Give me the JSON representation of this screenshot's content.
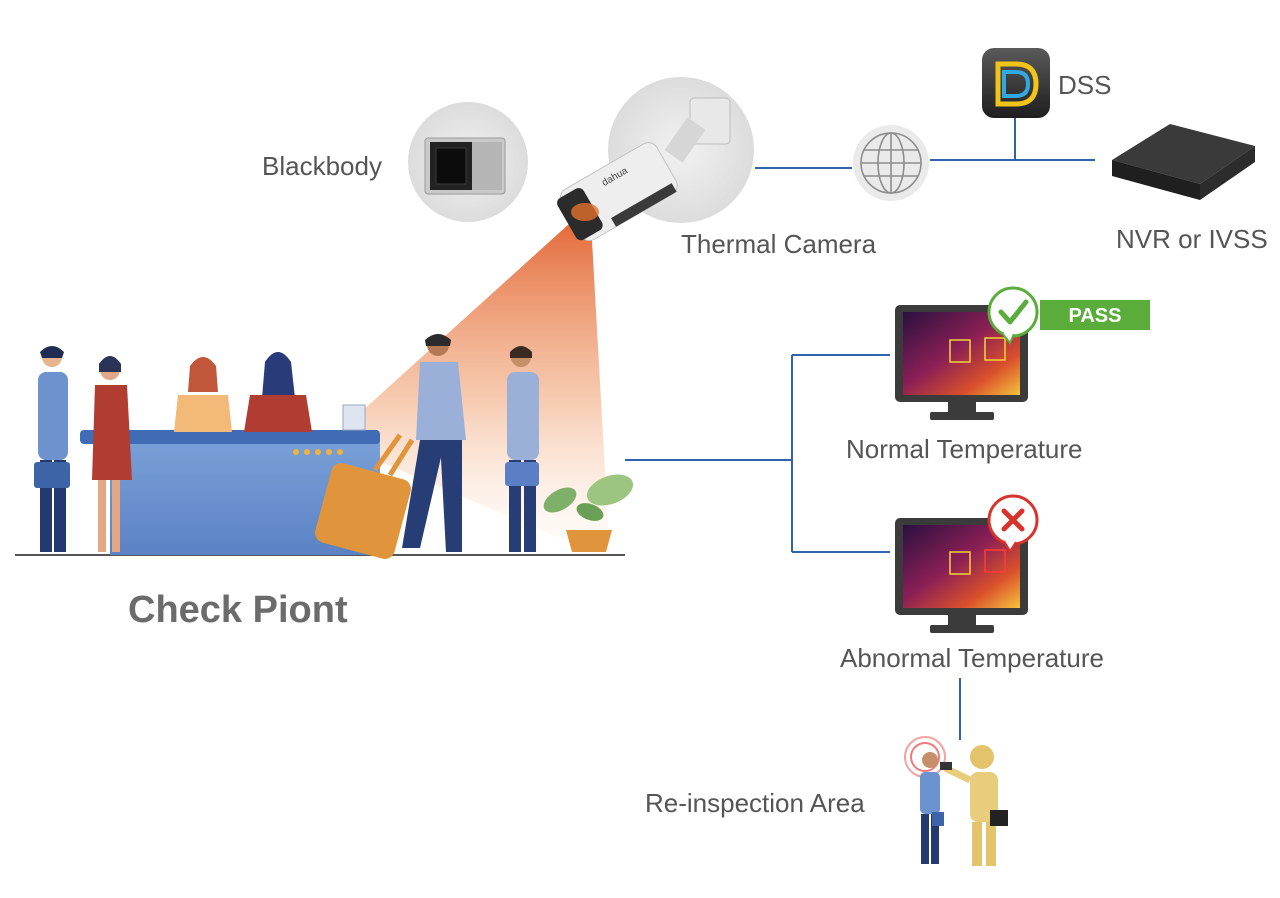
{
  "labels": {
    "blackbody": "Blackbody",
    "thermal_camera": "Thermal Camera",
    "dss": "DSS",
    "nvr": "NVR or IVSS",
    "normal": "Normal Temperature",
    "abnormal": "Abnormal Temperature",
    "reinspection": "Re-inspection Area",
    "checkpoint": "Check Piont",
    "pass": "PASS"
  },
  "colors": {
    "line": "#2f63ad",
    "beam": "#e2622a",
    "pass_green": "#5aad3a",
    "fail_red": "#d9342b",
    "text_gray": "#555555"
  }
}
